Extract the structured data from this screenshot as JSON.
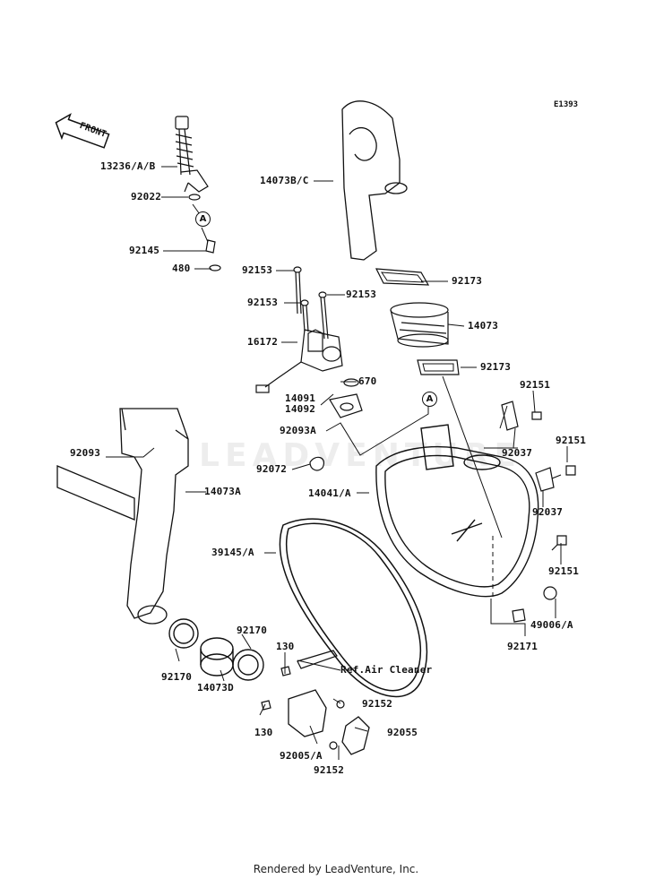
{
  "diagram_code": "E1393",
  "front_arrow_label": "FRONT",
  "watermark_text": "LEADVENTURE",
  "footer": "Rendered by LeadVenture, Inc.",
  "callouts": [
    "A",
    "A"
  ],
  "labels": {
    "p13236": "13236/A/B",
    "p92022": "92022",
    "p92145": "92145",
    "p480": "480",
    "p92153a": "92153",
    "p92153b": "92153",
    "p92153c": "92153",
    "p16172": "16172",
    "p670": "670",
    "p14091": "14091",
    "p14092": "14092",
    "p92093A": "92093A",
    "p92072": "92072",
    "p14073BC": "14073B/C",
    "p92173a": "92173",
    "p14073": "14073",
    "p92173b": "92173",
    "p92151a": "92151",
    "p92037a": "92037",
    "p92151b": "92151",
    "p14041A": "14041/A",
    "p92037b": "92037",
    "p92151c": "92151",
    "p49006A": "49006/A",
    "p92171": "92171",
    "p92093": "92093",
    "p14073A": "14073A",
    "p39145A": "39145/A",
    "p92170a": "92170",
    "p92170b": "92170",
    "p14073D": "14073D",
    "p130a": "130",
    "p130b": "130",
    "refAirCleaner": "Ref.Air Cleaner",
    "p92152a": "92152",
    "p92055": "92055",
    "p92005A": "92005/A",
    "p92152b": "92152"
  }
}
